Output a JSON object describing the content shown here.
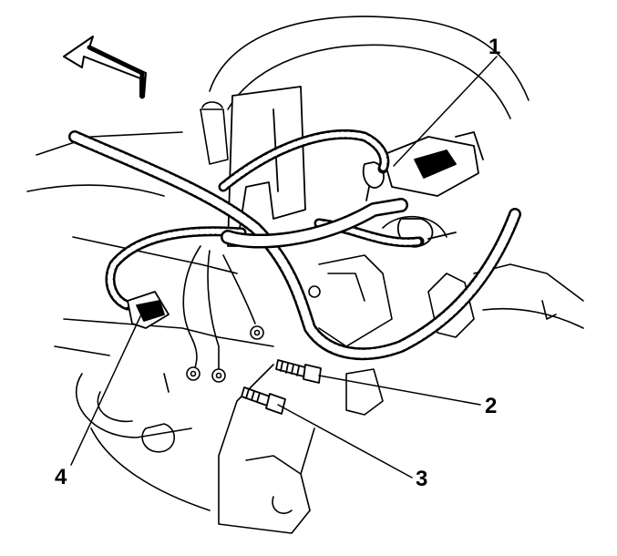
{
  "callouts": [
    {
      "id": "1",
      "label": "1"
    },
    {
      "id": "2",
      "label": "2"
    },
    {
      "id": "3",
      "label": "3"
    },
    {
      "id": "4",
      "label": "4"
    }
  ],
  "style": {
    "line_color": "#000000",
    "background": "#ffffff"
  }
}
